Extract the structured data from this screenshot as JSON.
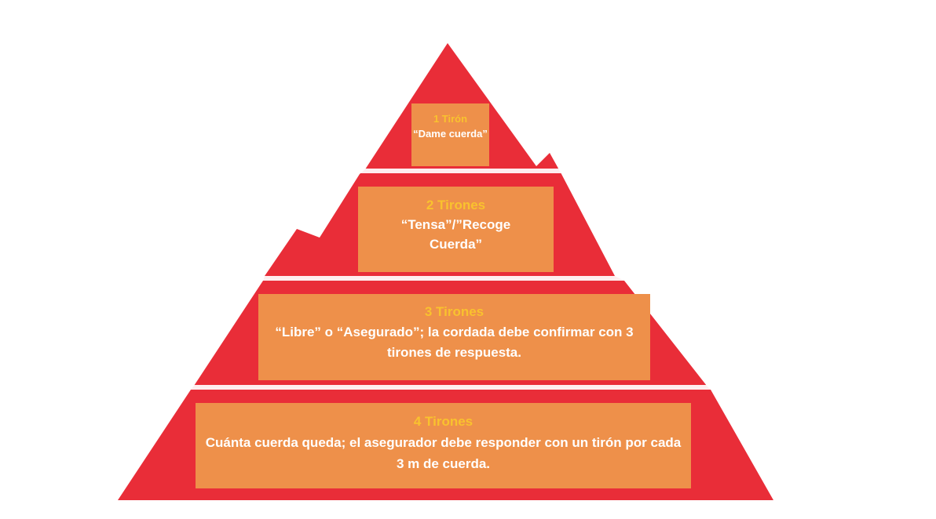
{
  "colors": {
    "pyramid": "#E92D38",
    "box": "#EE904A",
    "title": "#F9C22E",
    "text": "#FFFFFF"
  },
  "tiers": [
    {
      "title": "1 Tirón",
      "desc": "“Dame cuerda”"
    },
    {
      "title": "2 Tirones",
      "desc": "“Tensa”/”Recoge Cuerda”"
    },
    {
      "title": "3 Tirones",
      "desc": "“Libre” o “Asegurado”; la cordada debe confirmar con 3 tirones de respuesta."
    },
    {
      "title": "4 Tirones",
      "desc": "Cuánta cuerda queda; el asegurador debe responder con un tirón por cada 3 m de cuerda."
    }
  ]
}
